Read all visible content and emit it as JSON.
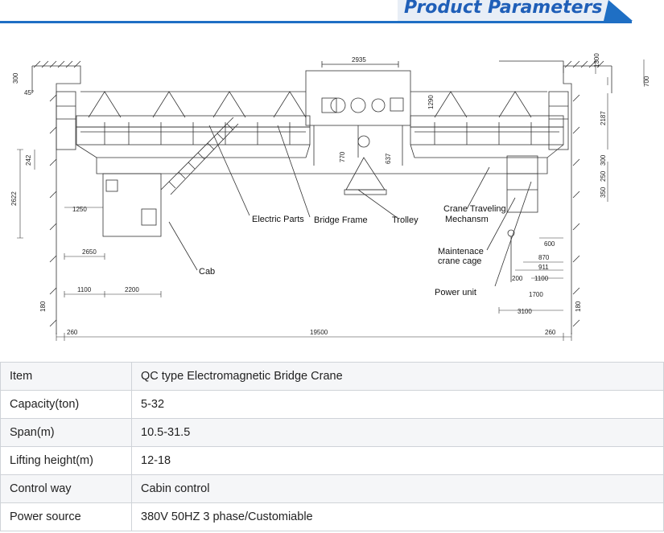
{
  "header": {
    "title": "Product Parameters"
  },
  "drawing": {
    "labels": {
      "electric_parts": "Electric Parts",
      "bridge_frame": "Bridge Frame",
      "trolley": "Trolley",
      "crane_traveling_1": "Crane Traveling",
      "crane_traveling_2": "Mechansm",
      "maintenance_1": "Maintenace",
      "maintenance_2": "crane cage",
      "power_unit": "Power unit",
      "cab": "Cab"
    },
    "dims": {
      "d2935": "2935",
      "d1300": "1300",
      "d700": "700",
      "d2187": "2187",
      "d300": "300",
      "d250": "250",
      "d350": "350",
      "d242": "242",
      "d2622": "2622",
      "d1250": "1250",
      "d2650": "2650",
      "d1100a": "1100",
      "d2200": "2200",
      "d600": "600",
      "d870": "870",
      "d911": "911",
      "d200": "200",
      "d1100b": "1100",
      "d1700": "1700",
      "d3100": "3100",
      "d260a": "260",
      "d19500": "19500",
      "d260b": "260",
      "d180a": "180",
      "d180b": "180",
      "d45": "45°",
      "d300t": "300",
      "d637": "637",
      "d770": "770",
      "d1290": "1290"
    }
  },
  "params": {
    "rows": [
      {
        "key": "Item",
        "value": "QC type Electromagnetic Bridge Crane"
      },
      {
        "key": "Capacity(ton)",
        "value": "5-32"
      },
      {
        "key": "Span(m)",
        "value": "10.5-31.5"
      },
      {
        "key": "Lifting height(m)",
        "value": "12-18"
      },
      {
        "key": "Control way",
        "value": "Cabin control"
      },
      {
        "key": "Power source",
        "value": "380V 50HZ 3 phase/Customiable"
      }
    ]
  },
  "colors": {
    "accent": "#1f6fc4",
    "title": "#1f5fb8",
    "border": "#cfd3d8"
  }
}
